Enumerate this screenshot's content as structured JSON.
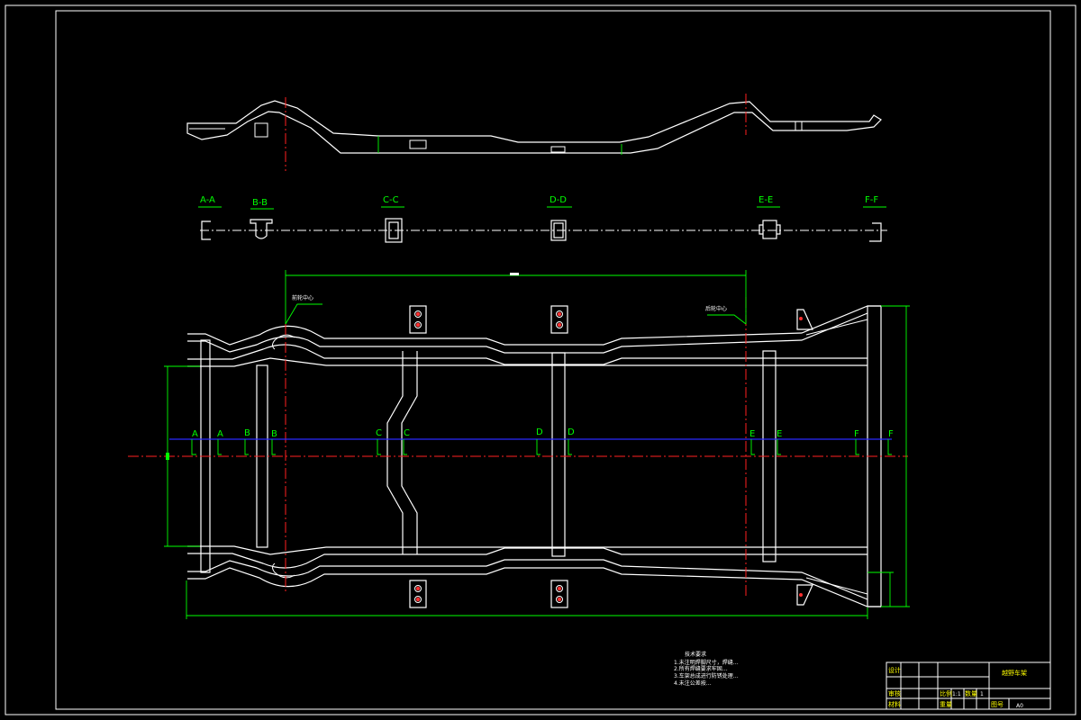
{
  "colors": {
    "background": "#000000",
    "outline": "#ffffff",
    "dimension": "#00ff00",
    "centerline": "#ff2020",
    "section_line": "#2a2aff",
    "title_text": "#ffff00"
  },
  "labels": {
    "front_wheel_center": "前轮中心",
    "rear_wheel_center": "后轮中心"
  },
  "sections": [
    "A-A",
    "B-B",
    "C-C",
    "D-D",
    "E-E",
    "F-F"
  ],
  "section_marks": [
    "A",
    "A",
    "B",
    "B",
    "C",
    "C",
    "D",
    "D",
    "E",
    "E",
    "F",
    "F"
  ],
  "notes": {
    "heading": "技术要求",
    "items": [
      "1.未注明焊脚尺寸，焊缝…",
      "2.所有焊缝要求牢固…",
      "3.车架总成进行防锈处理…",
      "4.未注公差按…"
    ]
  },
  "title_block": {
    "drawing_name": "越野车架",
    "scale_label": "比例",
    "scale": "1:1",
    "count_label": "数量",
    "count": "1",
    "sheet_size": "A0",
    "designer_label": "设计",
    "checker_label": "审核",
    "material_label": "材料",
    "weight_label": "重量",
    "page_label": "图号"
  }
}
